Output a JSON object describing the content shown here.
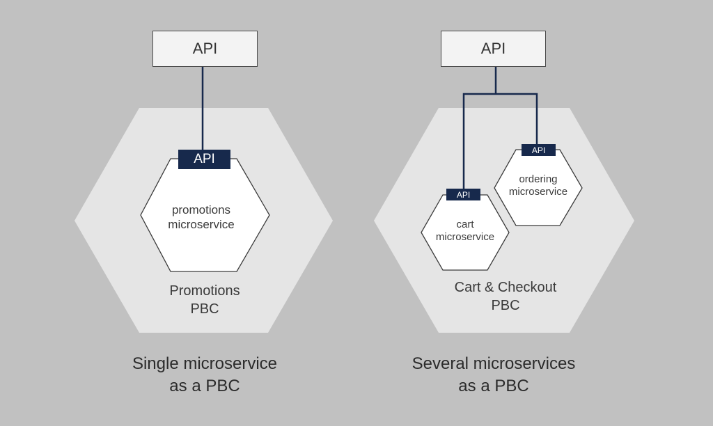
{
  "colors": {
    "background": "#c1c1c1",
    "pbc_hexagon": "#e5e5e5",
    "microservice_hexagon": "#ffffff",
    "connector": "#17294c",
    "api_tag": "#17294c"
  },
  "left": {
    "api_label": "API",
    "promotions_pbc": {
      "label_line1": "Promotions",
      "label_line2": "PBC",
      "microservice": {
        "api_tag": "API",
        "label_line1": "promotions",
        "label_line2": "microservice"
      }
    },
    "caption_line1": "Single microservice",
    "caption_line2": "as a PBC"
  },
  "right": {
    "api_label": "API",
    "checkout_pbc": {
      "label_line1": "Cart & Checkout",
      "label_line2": "PBC",
      "cart_microservice": {
        "api_tag": "API",
        "label_line1": "cart",
        "label_line2": "microservice"
      },
      "ordering_microservice": {
        "api_tag": "API",
        "label_line1": "ordering",
        "label_line2": "microservice"
      }
    },
    "caption_line1": "Several microservices",
    "caption_line2": "as a PBC"
  }
}
